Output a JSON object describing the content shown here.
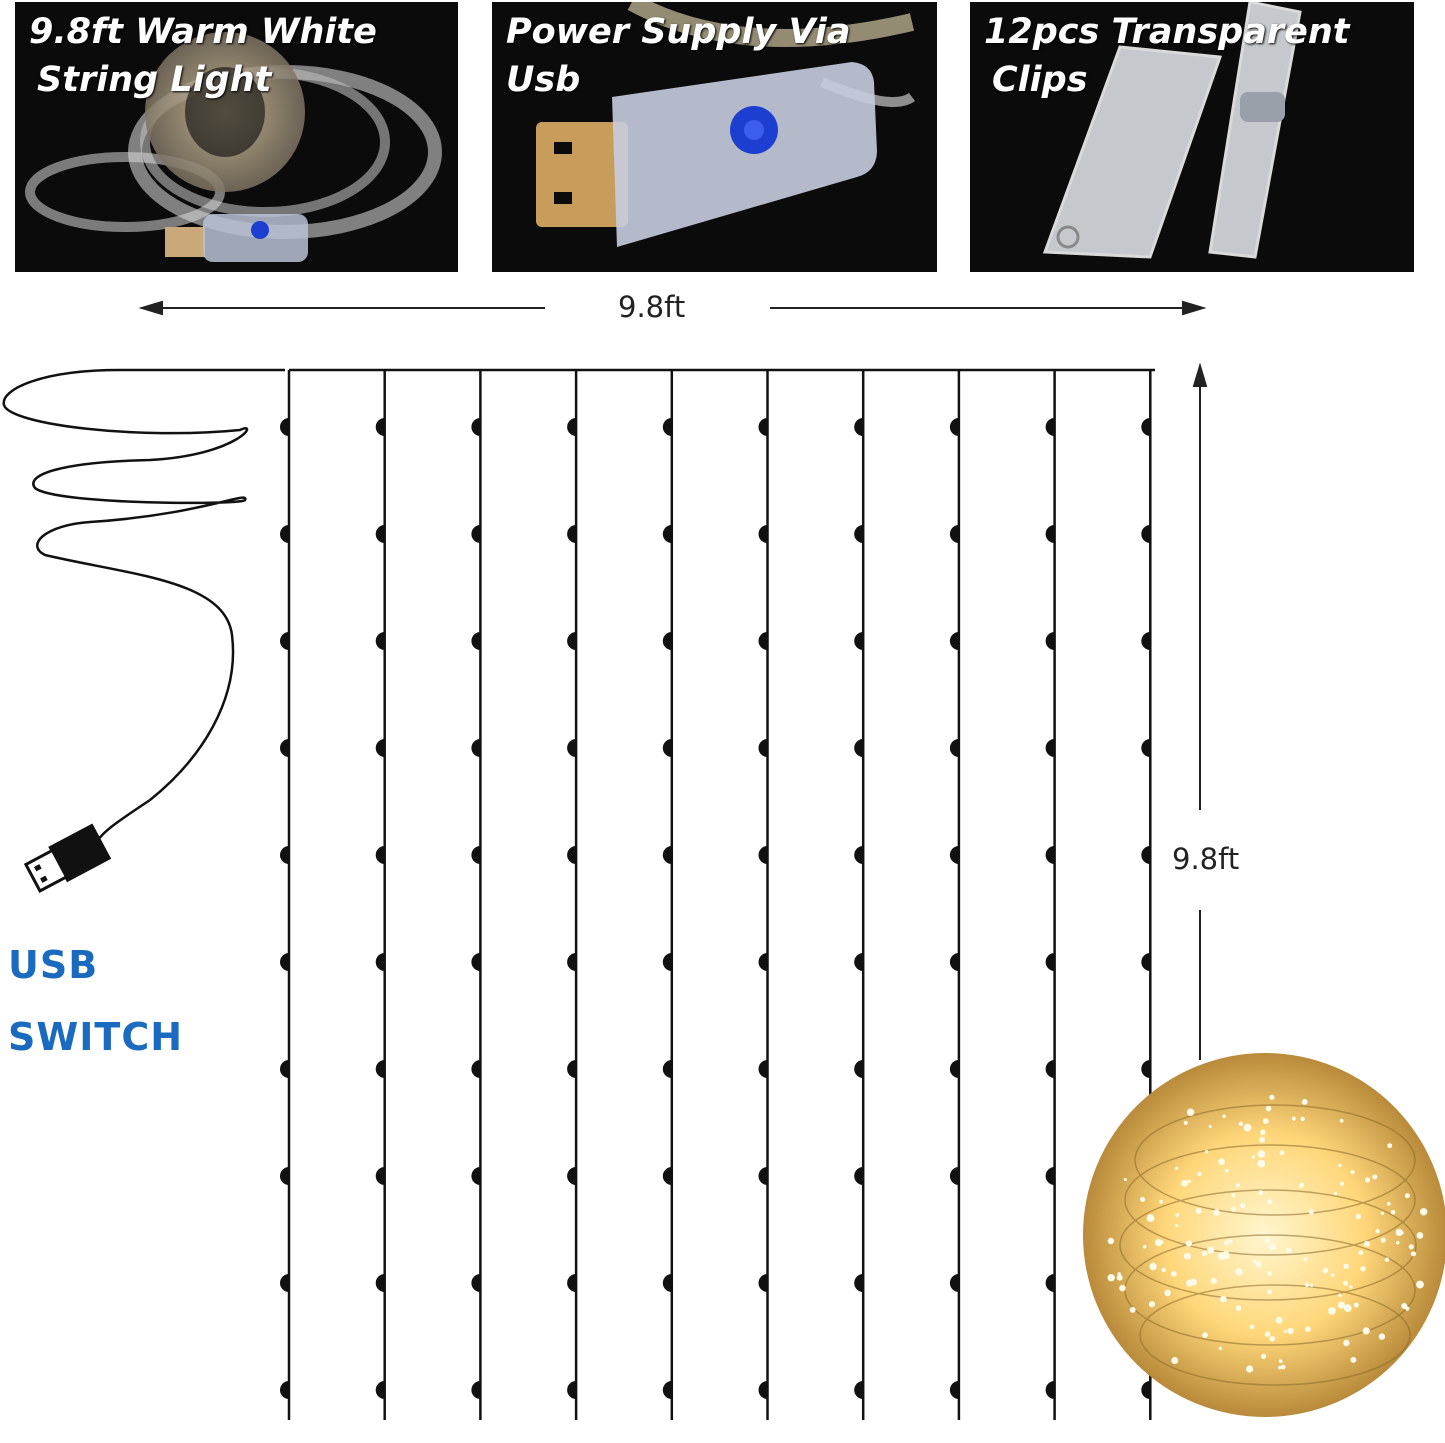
{
  "panels": [
    {
      "line1": "9.8ft Warm White",
      "line2": "String Light",
      "icon": "coiled-string-light-with-usb-photo"
    },
    {
      "line1": "Power Supply Via",
      "line2": "Usb",
      "icon": "usb-controller-photo"
    },
    {
      "line1": "12pcs Transparent",
      "line2": "Clips",
      "icon": "transparent-clip-photo"
    }
  ],
  "width_label": "9.8ft",
  "height_label": "9.8ft",
  "usb_label": "USB",
  "switch_label": "SWITCH",
  "colors": {
    "label_blue": "#1a6bbf",
    "warm_glow": "#ffd77a",
    "panel_bg": "#0b0b0b"
  },
  "strand_count": 10,
  "bulbs_per_strand": 10
}
